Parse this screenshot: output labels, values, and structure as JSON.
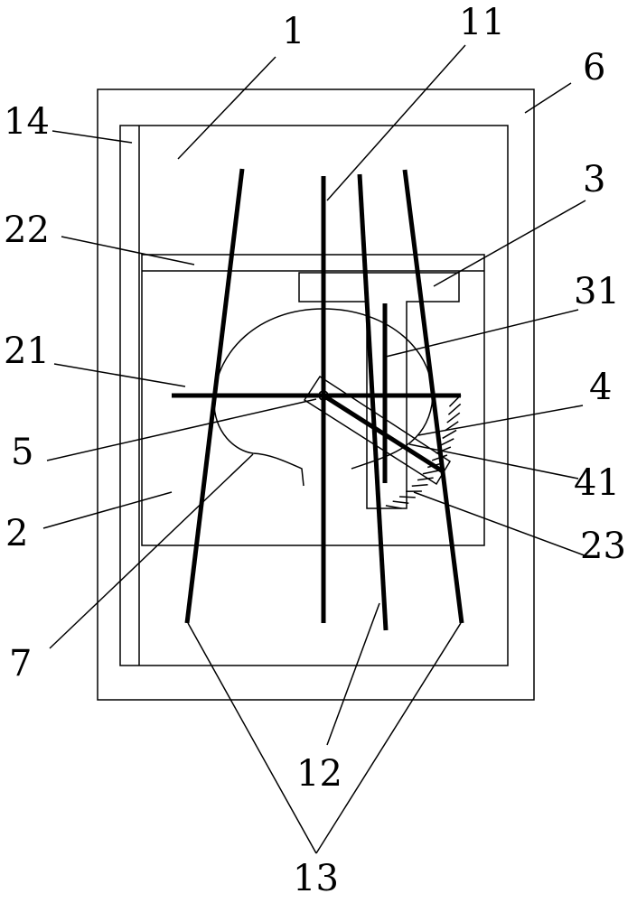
{
  "labels": {
    "l1": "1",
    "l11": "11",
    "l6": "6",
    "l14": "14",
    "l3": "3",
    "l22": "22",
    "l31": "31",
    "l21": "21",
    "l4": "4",
    "l5": "5",
    "l41": "41",
    "l23": "23",
    "l2": "2",
    "l7": "7",
    "l12": "12",
    "l13": "13"
  },
  "colors": {
    "ink": "#000000",
    "paper": "#ffffff"
  }
}
